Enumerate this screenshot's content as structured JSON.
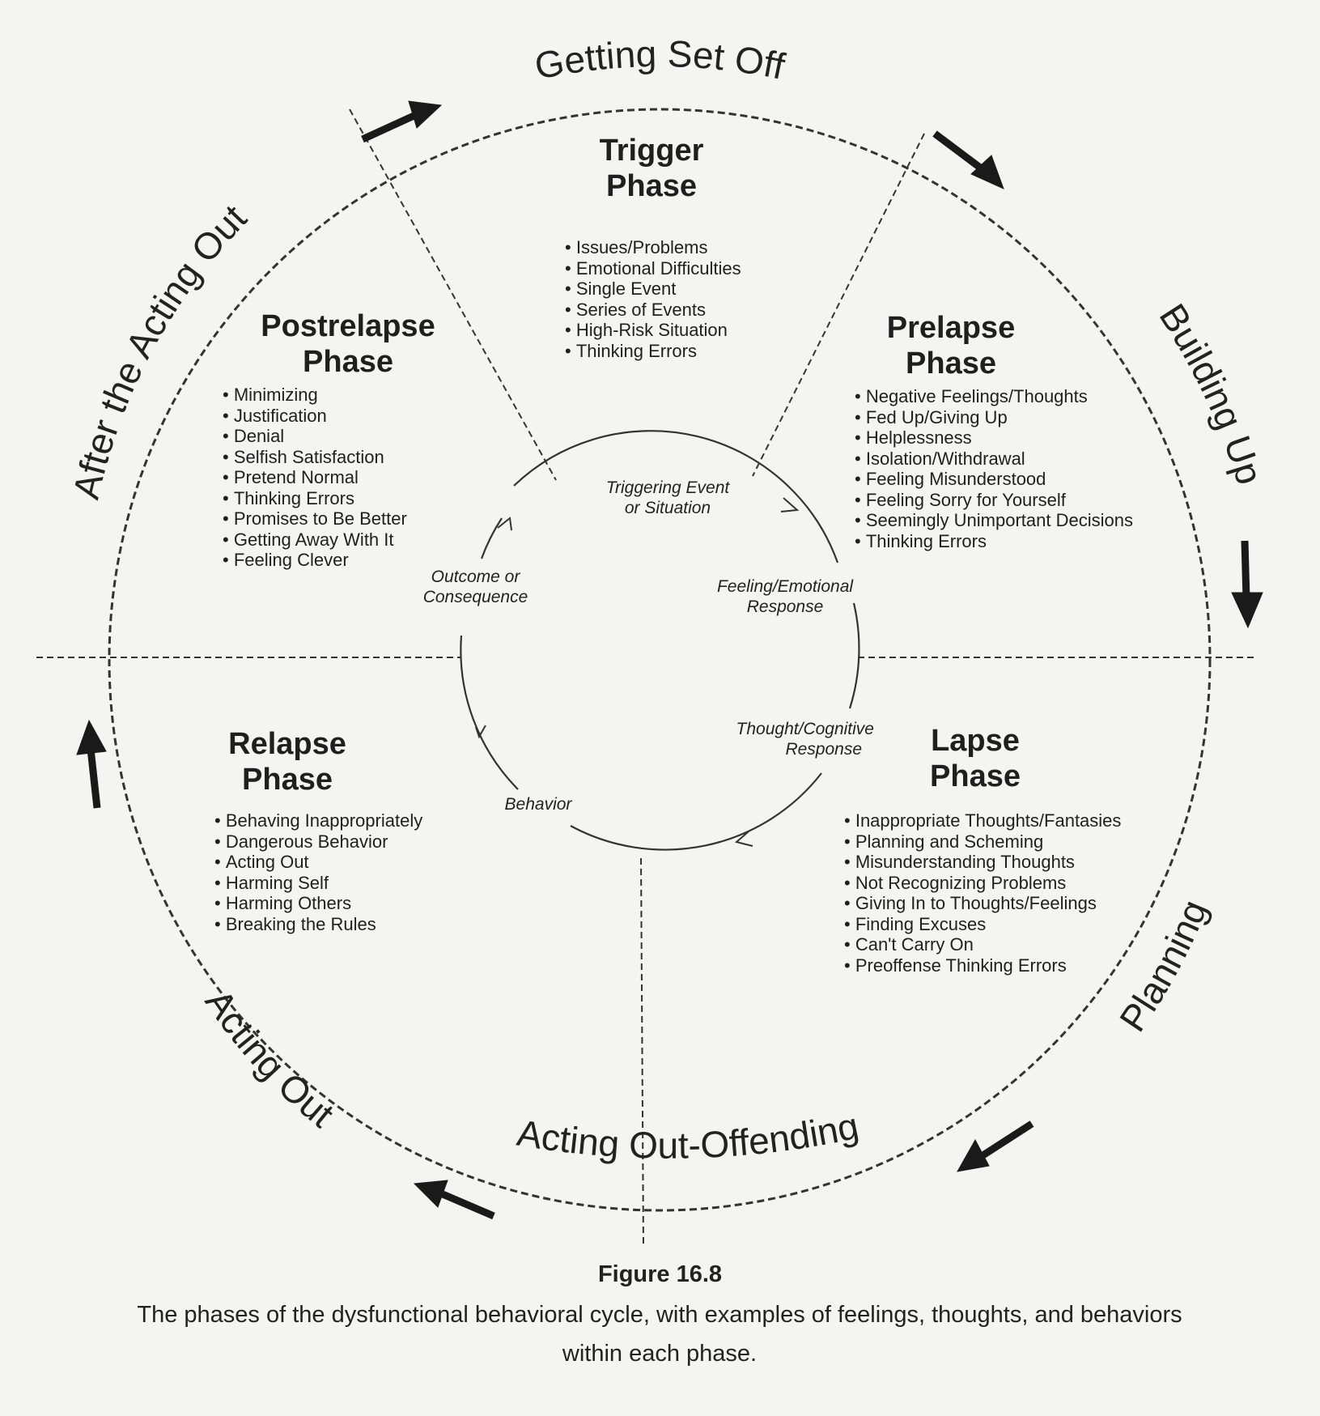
{
  "ring_labels": {
    "getting_set_off": "Getting Set Off",
    "building_up": "Building Up",
    "planning": "Planning",
    "acting_out_offending": "Acting Out-Offending",
    "acting_out": "Acting Out",
    "after_the_acting_out": "After the Acting Out"
  },
  "phases": {
    "trigger": {
      "title": [
        "Trigger",
        "Phase"
      ],
      "items": [
        "Issues/Problems",
        "Emotional Difficulties",
        "Single Event",
        "Series of Events",
        "High-Risk Situation",
        "Thinking Errors"
      ]
    },
    "prelapse": {
      "title": [
        "Prelapse",
        "Phase"
      ],
      "items": [
        "Negative Feelings/Thoughts",
        "Fed Up/Giving Up",
        "Helplessness",
        "Isolation/Withdrawal",
        "Feeling Misunderstood",
        "Feeling Sorry for Yourself",
        "Seemingly Unimportant Decisions",
        "Thinking Errors"
      ]
    },
    "lapse": {
      "title": [
        "Lapse",
        "Phase"
      ],
      "items": [
        "Inappropriate Thoughts/Fantasies",
        "Planning and Scheming",
        "Misunderstanding Thoughts",
        "Not Recognizing Problems",
        "Giving In to Thoughts/Feelings",
        "Finding Excuses",
        "Can't Carry On",
        "Preoffense Thinking Errors"
      ]
    },
    "relapse": {
      "title": [
        "Relapse",
        "Phase"
      ],
      "items": [
        "Behaving Inappropriately",
        "Dangerous Behavior",
        "Acting Out",
        "Harming Self",
        "Harming Others",
        "Breaking the Rules"
      ]
    },
    "postrelapse": {
      "title": [
        "Postrelapse",
        "Phase"
      ],
      "items": [
        "Minimizing",
        "Justification",
        "Denial",
        "Selfish Satisfaction",
        "Pretend Normal",
        "Thinking Errors",
        "Promises to Be Better",
        "Getting Away With It",
        "Feeling Clever"
      ]
    }
  },
  "inner_cycle": {
    "triggering": [
      "Triggering Event",
      "or Situation"
    ],
    "feeling": [
      "Feeling/Emotional",
      "Response"
    ],
    "thought": [
      "Thought/Cognitive",
      "Response"
    ],
    "behavior": [
      "Behavior"
    ],
    "outcome": [
      "Outcome or",
      "Consequence"
    ]
  },
  "caption": {
    "title": "Figure 16.8",
    "text": "The phases of the dysfunctional behavioral cycle, with examples of feelings, thoughts, and behaviors within each phase."
  }
}
